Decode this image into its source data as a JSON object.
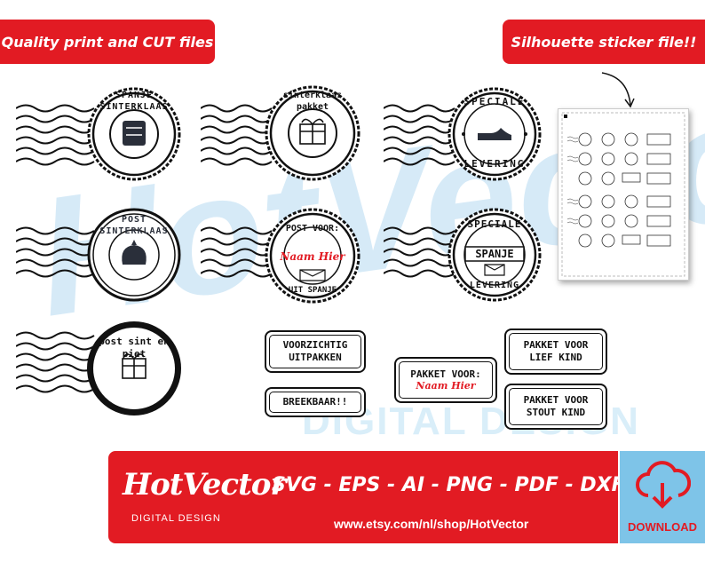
{
  "banner_left": "Quality print and CUT files",
  "banner_right": "Silhouette sticker file!!",
  "watermark": {
    "main": "HotVector",
    "sub": "DIGITAL DESIGN"
  },
  "stamps": {
    "s1": {
      "text": "SPANJE SINTERKLAAS"
    },
    "s2": {
      "text": "sinterklaas pakket"
    },
    "s3": {
      "top": "SPECIALE",
      "bottom": "LEVERING"
    },
    "s4": {
      "text": "POST SINTERKLAAS"
    },
    "s5": {
      "top": "POST VOOR:",
      "name": "Naam Hier",
      "bottom": "UIT SPANJE"
    },
    "s6": {
      "top": "SPECIALE",
      "middle": "SPANJE",
      "bottom": "LEVERING"
    },
    "s7": {
      "text": "post sint en piet"
    }
  },
  "labels": {
    "voorzichtig": {
      "line1": "VOORZICHTIG",
      "line2": "UITPAKKEN"
    },
    "breekbaar": "BREEKBAAR!!",
    "pakket_voor": {
      "line1": "PAKKET VOOR:",
      "name": "Naam Hier"
    },
    "lief": {
      "line1": "PAKKET VOOR",
      "line2": "LIEF KIND"
    },
    "stout": {
      "line1": "PAKKET VOOR",
      "line2": "STOUT KIND"
    }
  },
  "footer": {
    "logo": "HotVector",
    "logo_sub": "DIGITAL DESIGN",
    "formats": "SVG - EPS - AI - PNG - PDF - DXF",
    "url": "www.etsy.com/nl/shop/HotVector",
    "download": "DOWNLOAD"
  },
  "colors": {
    "accent_red": "#e21b23",
    "download_blue": "#7ec4e8",
    "watermark_blue": "#cfe7f6"
  }
}
